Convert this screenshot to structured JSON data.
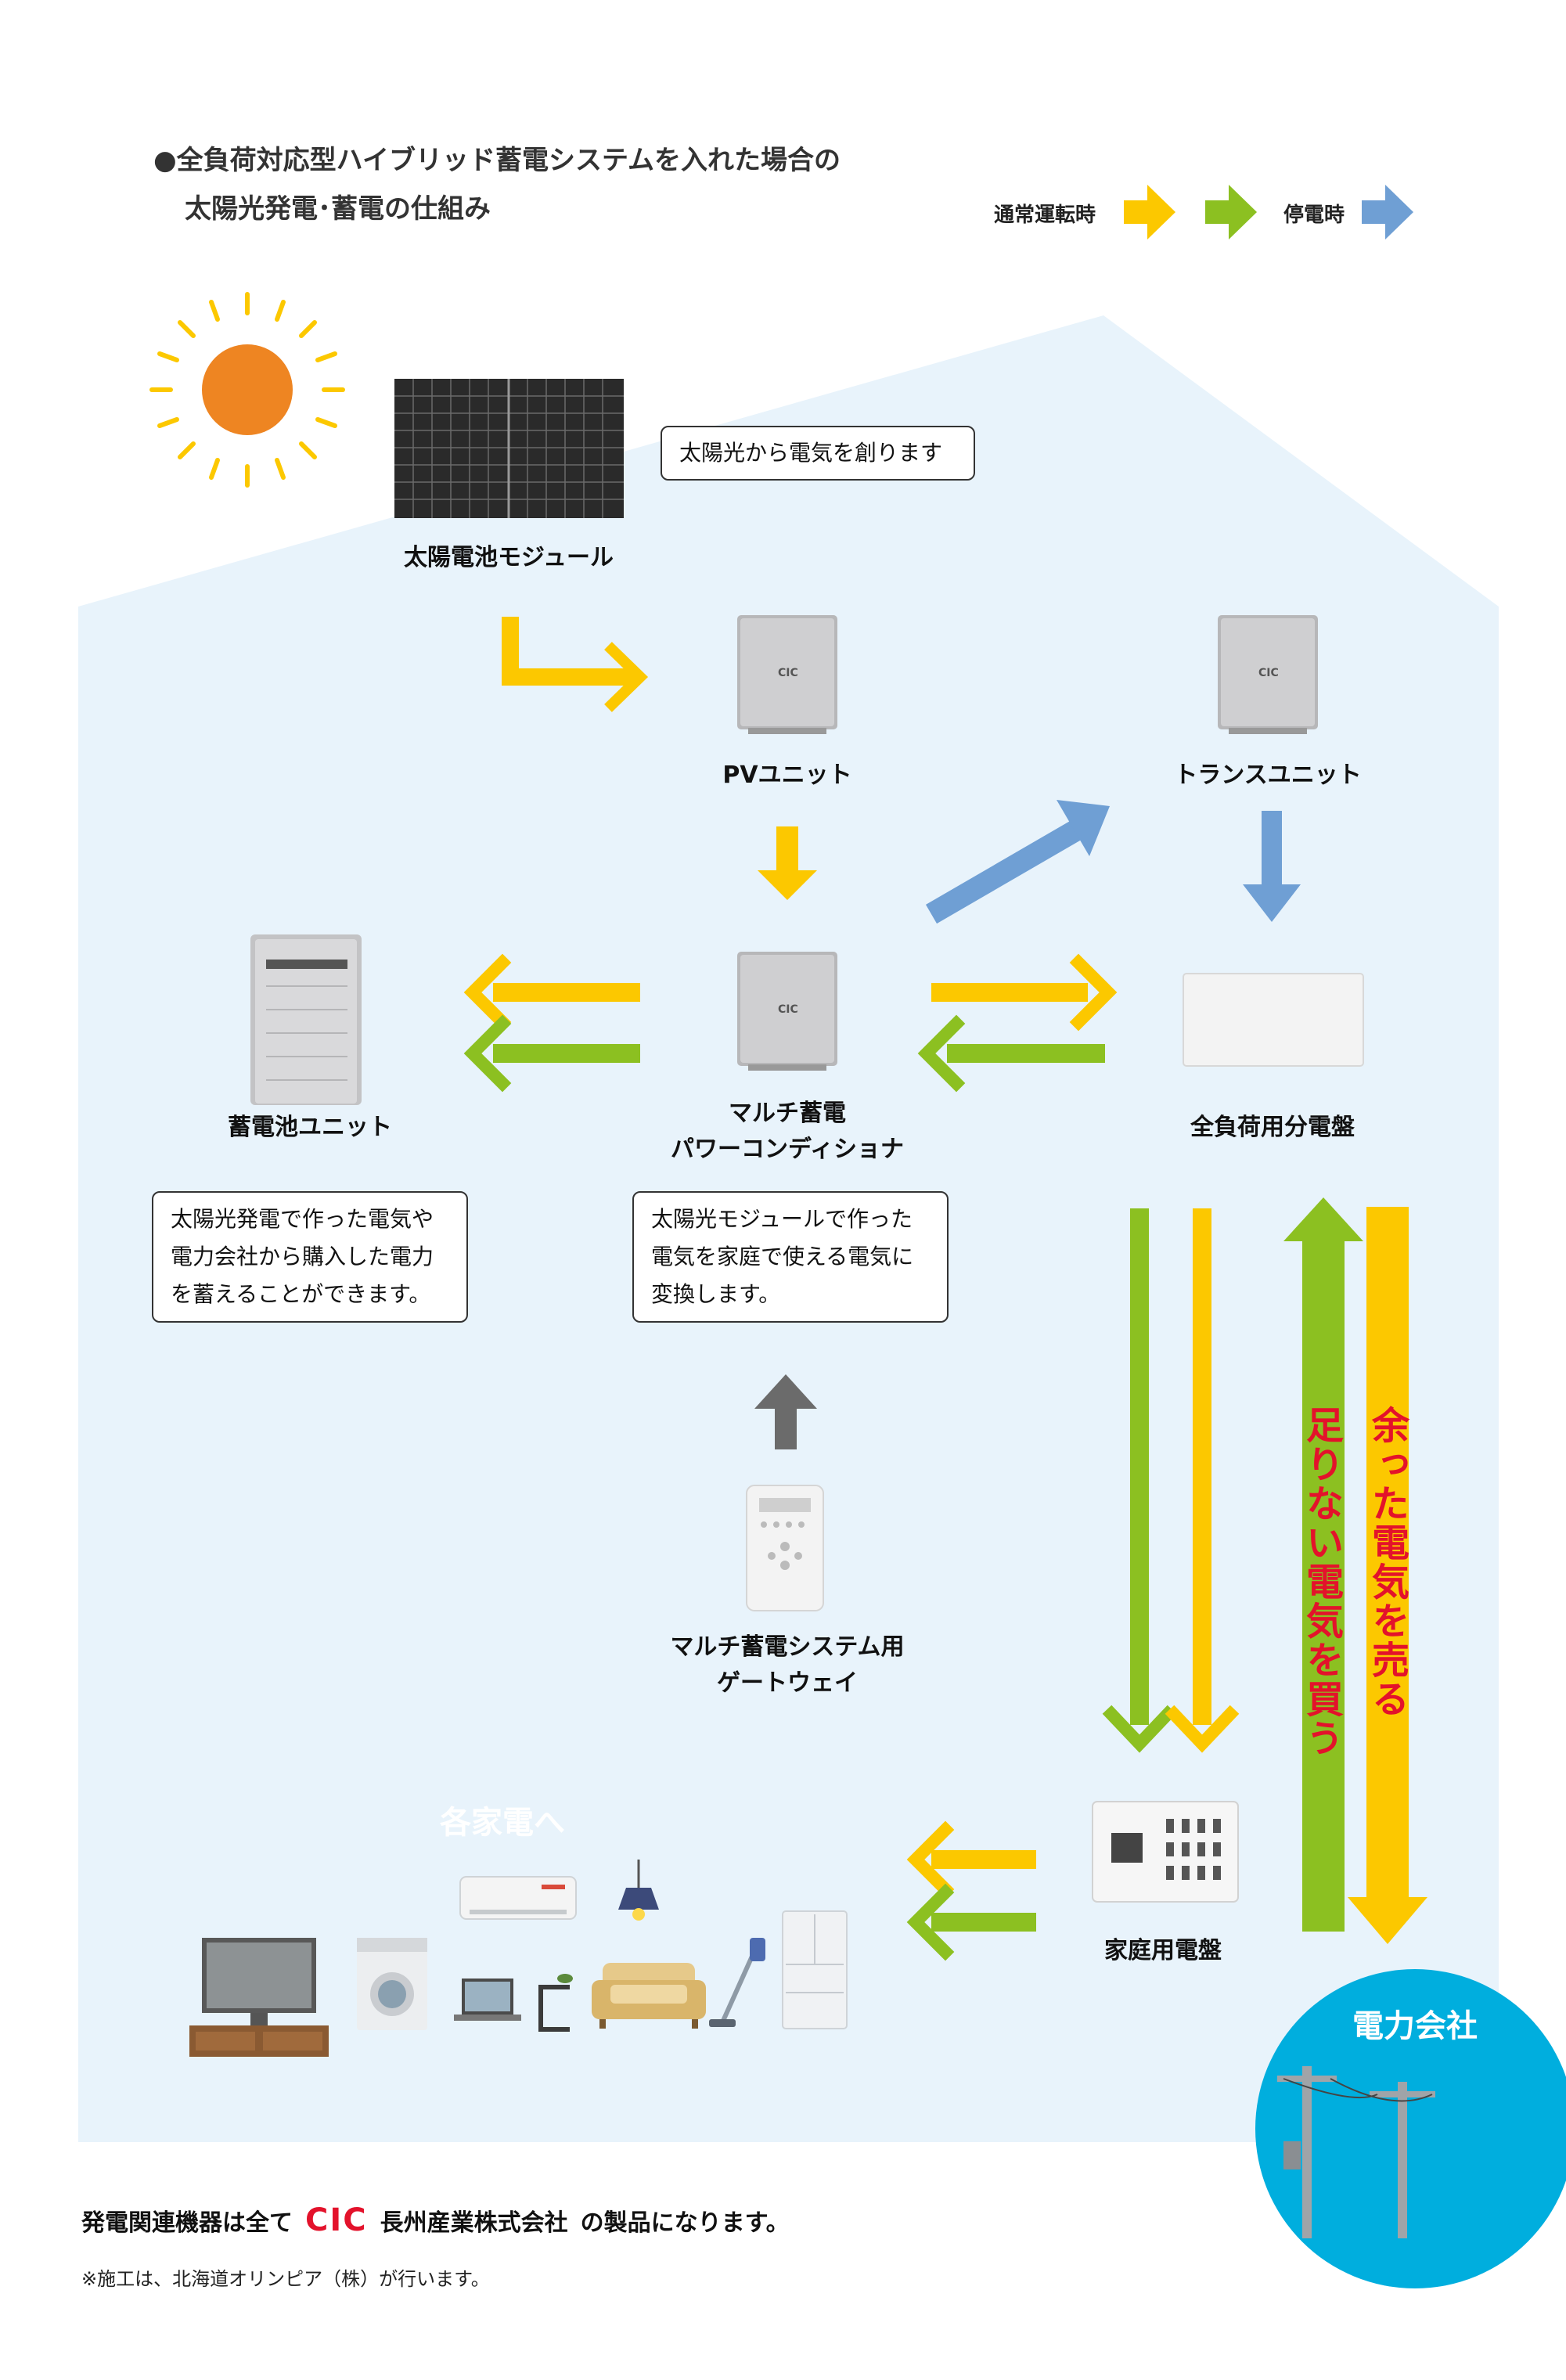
{
  "title": {
    "line1": "●全負荷対応型ハイブリッド蓄電システムを入れた場合の",
    "line2": "太陽光発電･蓄電の仕組み"
  },
  "legend": {
    "normal_label": "通常運転時",
    "outage_label": "停電時"
  },
  "components": {
    "solar_module": "太陽電池モジュール",
    "pv_unit": "PVユニット",
    "trans_unit": "トランスユニット",
    "battery_unit": "蓄電池ユニット",
    "power_conditioner_line1": "マルチ蓄電",
    "power_conditioner_line2": "パワーコンディショナ",
    "distribution_board": "全負荷用分電盤",
    "gateway_line1": "マルチ蓄電システム用",
    "gateway_line2": "ゲートウェイ",
    "home_panel": "家庭用電盤"
  },
  "device_brand": "CIC",
  "callouts": {
    "solar": "太陽光から電気を創ります",
    "battery": [
      "太陽光発電で作った電気や",
      "電力会社から購入した電力",
      "を蓄えることができます。"
    ],
    "conditioner": [
      "太陽光モジュールで作った",
      "電気を家庭で使える電気に",
      "変換します。"
    ]
  },
  "flows": {
    "sell": "余った電気を売る",
    "buy": "足りない電気を買う"
  },
  "appliances_title": "各家電へ",
  "power_company": "電力会社",
  "footer": {
    "line1_before": "発電関連機器は全て",
    "brand": "CIC",
    "line1_company": "長州産業株式会社",
    "line1_after": "の製品になります。",
    "line2": "※施工は、北海道オリンピア（株）が行います。"
  },
  "colors": {
    "normal_yellow": "#fcc800",
    "normal_green": "#8cc021",
    "outage_blue": "#6f9fd4",
    "house_bg": "#e8f3fb",
    "accent_cyan": "#00aede",
    "sun_orange": "#ee8522",
    "text_red": "#e3122b",
    "gray_arrow": "#6b6b6b"
  }
}
